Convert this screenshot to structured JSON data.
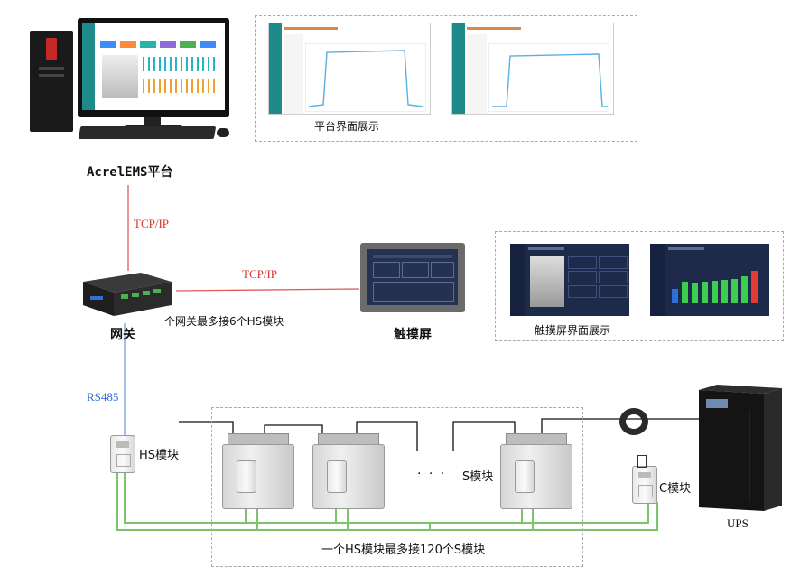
{
  "platform": {
    "label": "AcrelEMS平台"
  },
  "platform_display": {
    "label": "平台界面展示"
  },
  "link_gateway_platform": {
    "label": "TCP/IP"
  },
  "link_gateway_touch": {
    "label": "TCP/IP"
  },
  "gateway": {
    "label": "网关",
    "note": "一个网关最多接6个HS模块"
  },
  "touchscreen": {
    "label": "触摸屏"
  },
  "touch_display": {
    "label": "触摸屏界面展示"
  },
  "rs485": {
    "label": "RS485"
  },
  "hs_module": {
    "label": "HS模块"
  },
  "s_module": {
    "label": "S模块",
    "ellipsis": "· · ·"
  },
  "c_module": {
    "label": "C模块"
  },
  "ups": {
    "label": "UPS"
  },
  "hs_note": {
    "label": "一个HS模块最多接120个S模块"
  },
  "colors": {
    "tcp_line": "#e05a5a",
    "rs485_line": "#6fa0e0",
    "bus_line": "#7cc36a",
    "teal": "#1f8a8a",
    "dark_ui": "#1d2a4a"
  }
}
